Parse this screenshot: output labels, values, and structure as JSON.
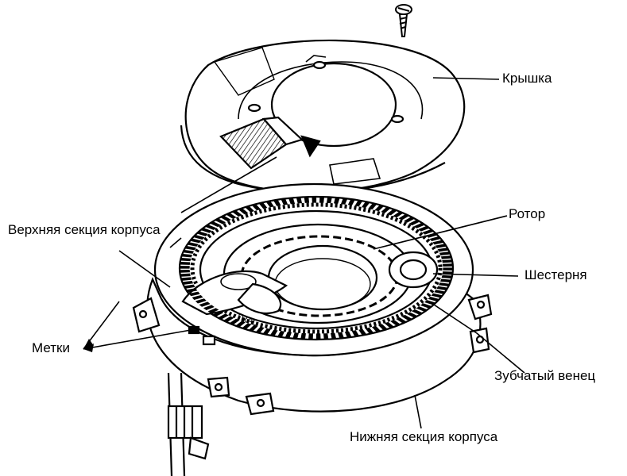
{
  "labels": {
    "cover": "Крышка",
    "upper_housing": "Верхняя секция корпуса",
    "rotor": "Ротор",
    "pinion": "Шестерня",
    "marks": "Метки",
    "ring_gear": "Зубчатый венец",
    "lower_housing": "Нижняя секция корпуса"
  },
  "colors": {
    "ink": "#000000",
    "paper": "#ffffff"
  }
}
